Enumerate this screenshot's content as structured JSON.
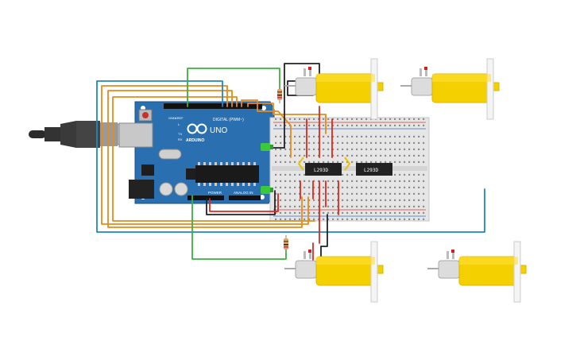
{
  "board": {
    "brand": "ARDUINO",
    "model": "UNO",
    "digital_header": "DIGITAL (PWM~)",
    "power_header": "POWER",
    "analog_header": "ANALOG IN",
    "tx_label": "TX",
    "rx_label": "RX",
    "aref_label": "AREF",
    "gnd_label": "GND",
    "l_label": "L"
  },
  "drivers": [
    {
      "label": "L293D"
    },
    {
      "label": "L293D"
    }
  ],
  "colors": {
    "board": "#2a6fb0",
    "breadboard": "#e6e6e6",
    "motor": "#f5d000",
    "wire_red": "#e0261b",
    "wire_black": "#222222",
    "wire_orange": "#e88a1a",
    "wire_blue": "#1f86c8",
    "wire_green": "#3cb13c",
    "led_green": "#3cc83c"
  },
  "icons": [
    "usb-cable-icon",
    "arduino-logo-icon",
    "resistor-icon",
    "led-icon",
    "dc-motor-icon"
  ]
}
